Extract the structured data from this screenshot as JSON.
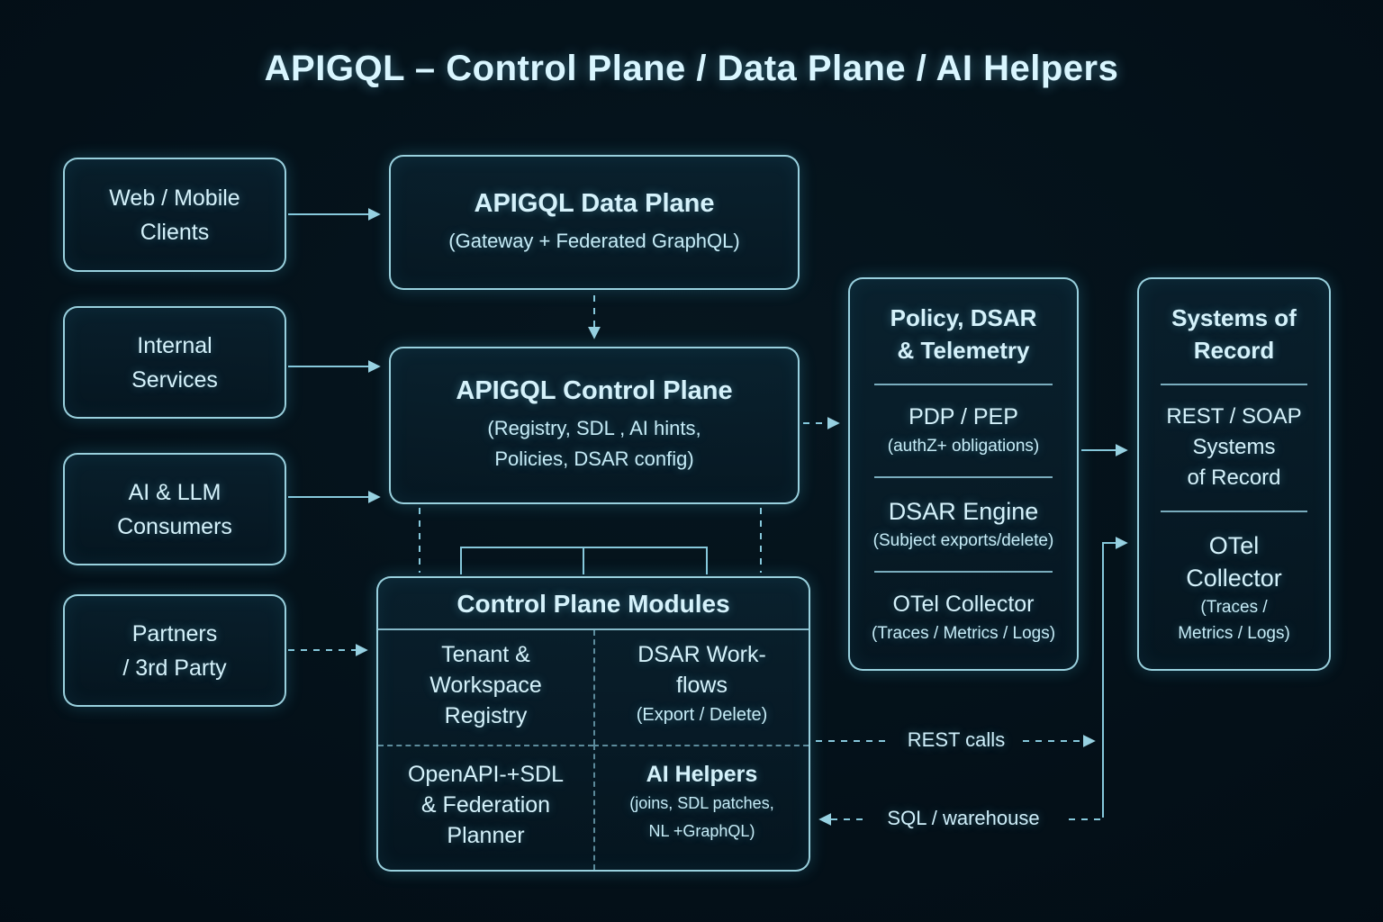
{
  "title": "APIGQL – Control Plane / Data Plane / AI Helpers",
  "colors": {
    "background": "#03111b",
    "box_stroke": "#a7e3f3",
    "text": "#d5f2fb",
    "accent": "#9fdcec"
  },
  "left_nodes": [
    {
      "id": "web-mobile-clients",
      "lines": [
        "Web / Mobile",
        "Clients"
      ]
    },
    {
      "id": "internal-services",
      "lines": [
        "Internal",
        "Services"
      ]
    },
    {
      "id": "ai-llm-consumers",
      "lines": [
        "AI & LLM",
        "Consumers"
      ]
    },
    {
      "id": "partners-3rd-party",
      "lines": [
        "Partners",
        "/ 3rd Party"
      ]
    }
  ],
  "data_plane": {
    "title": "APIGQL Data Plane",
    "subtitle": "(Gateway + Federated GraphQL)"
  },
  "control_plane": {
    "title": "APIGQL Control Plane",
    "subtitle_lines": [
      "(Registry, SDL , AI hints,",
      "Policies, DSAR config)"
    ]
  },
  "modules": {
    "title": "Control Plane Modules",
    "cells": [
      {
        "lines": [
          "Tenant &",
          "Workspace",
          "Registry"
        ]
      },
      {
        "lines": [
          "DSAR Work-",
          "flows"
        ],
        "sub": "(Export / Delete)"
      },
      {
        "lines": [
          "OpenAPI-+SDL",
          "& Federation",
          "Planner"
        ]
      },
      {
        "title": "AI Helpers",
        "sub_lines": [
          "(joins, SDL patches,",
          "NL +GraphQL)"
        ]
      }
    ]
  },
  "policy_stack": {
    "header_lines": [
      "Policy, DSAR",
      "& Telemetry"
    ],
    "sections": [
      {
        "title": "PDP / PEP",
        "sub": "(authZ+ obligations)"
      },
      {
        "title": "DSAR Engine",
        "sub": "(Subject exports/delete)"
      },
      {
        "title": "OTel Collector",
        "sub": "(Traces / Metrics / Logs)"
      }
    ]
  },
  "systems_stack": {
    "header_lines": [
      "Systems of",
      "Record"
    ],
    "rest_section_lines": [
      "REST / SOAP",
      "Systems",
      "of Record"
    ],
    "otel_section": {
      "title_lines": [
        "OTel",
        "Collector"
      ],
      "sub_lines": [
        "(Traces /",
        "Metrics / Logs)"
      ]
    }
  },
  "edge_labels": {
    "rest": "REST calls",
    "sql": "SQL / warehouse"
  }
}
